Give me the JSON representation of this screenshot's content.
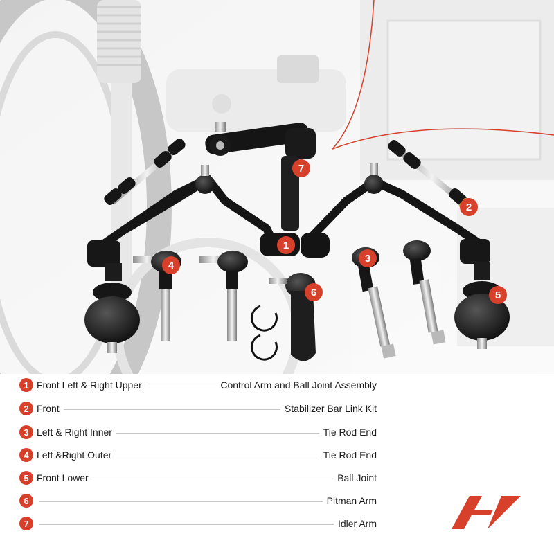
{
  "callouts": [
    "1",
    "2",
    "3",
    "4",
    "5",
    "6",
    "7"
  ],
  "legend": [
    {
      "number": "1",
      "left": "Front Left & Right Upper",
      "right": "Control Arm and Ball Joint Assembly"
    },
    {
      "number": "2",
      "left": "Front",
      "right": "Stabilizer Bar Link Kit"
    },
    {
      "number": "3",
      "left": "Left & Right Inner",
      "right": "Tie Rod End"
    },
    {
      "number": "4",
      "left": "Left &Right Outer",
      "right": "Tie Rod End"
    },
    {
      "number": "5",
      "left": "Front Lower",
      "right": "Ball Joint"
    },
    {
      "number": "6",
      "left": "",
      "right": "Pitman Arm"
    },
    {
      "number": "7",
      "left": "",
      "right": "Idler Arm"
    }
  ],
  "colors": {
    "accent": "#d7402b",
    "text": "#1a1a1a",
    "divider": "#c8c8c8"
  },
  "icons": {
    "logo": "brand-logo-icon"
  }
}
